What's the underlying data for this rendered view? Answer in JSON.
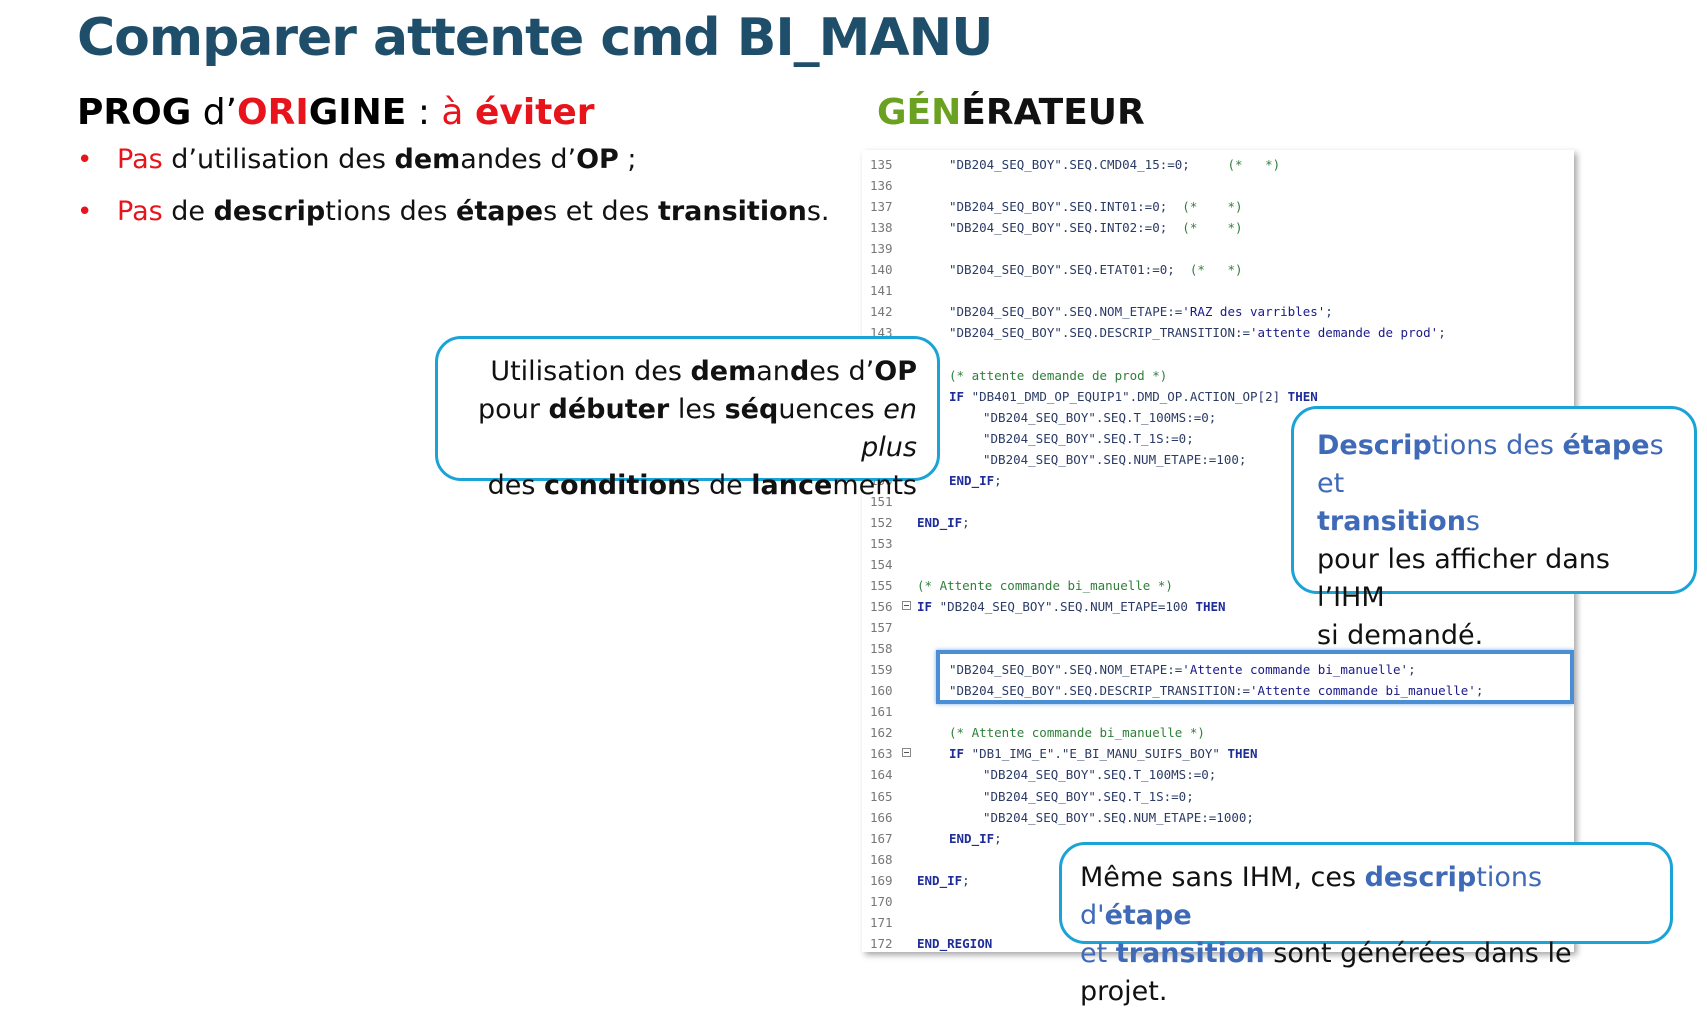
{
  "title": "Comparer attente cmd BI_MANU",
  "left_heading": {
    "p1": "PROG",
    "p2": " d’",
    "p3": "ORI",
    "p4": "GINE",
    "p5": " : ",
    "p6": "à",
    "p7": " ",
    "p8": "éviter"
  },
  "right_heading": {
    "p1": "GÉN",
    "p2": "ÉRATEUR"
  },
  "bullets": [
    {
      "parts": [
        "Pas",
        " d’utilisation des ",
        "dem",
        "and",
        "es d’",
        "OP",
        " ;"
      ]
    },
    {
      "parts": [
        "Pas",
        " de ",
        "descrip",
        "tions des ",
        "étape",
        "s et des ",
        "transition",
        "s."
      ]
    }
  ],
  "callout_op": {
    "l1": [
      "Utilisation des ",
      "dem",
      "an",
      "d",
      "es d’",
      "OP"
    ],
    "l2": [
      "pour ",
      "débuter",
      " les ",
      "séq",
      "uences ",
      "en plus"
    ],
    "l3": [
      "des ",
      "condition",
      "s de ",
      "lance",
      "ments"
    ]
  },
  "callout_desc": {
    "l1": [
      "Descrip",
      "tions des ",
      "étape",
      "s et"
    ],
    "l2": [
      "transition",
      "s"
    ],
    "l3": "pour les afficher dans l’IHM",
    "l4": "si demandé."
  },
  "callout_meme": {
    "l1": [
      "Même sans IHM, ces ",
      "descrip",
      "tions d'",
      "étape"
    ],
    "l2": [
      "et  ",
      "transition",
      " sont générées dans le projet."
    ]
  },
  "code_lines": [
    {
      "n": "135",
      "indent": 1,
      "text": "\"DB204_SEQ_BOY\".SEQ.CMD04_15:=0;     (*   *)"
    },
    {
      "n": "136",
      "indent": 0,
      "text": ""
    },
    {
      "n": "137",
      "indent": 1,
      "text": "\"DB204_SEQ_BOY\".SEQ.INT01:=0;  (*    *)"
    },
    {
      "n": "138",
      "indent": 1,
      "text": "\"DB204_SEQ_BOY\".SEQ.INT02:=0;  (*    *)"
    },
    {
      "n": "139",
      "indent": 0,
      "text": ""
    },
    {
      "n": "140",
      "indent": 1,
      "text": "\"DB204_SEQ_BOY\".SEQ.ETAT01:=0;  (*   *)"
    },
    {
      "n": "141",
      "indent": 0,
      "text": ""
    },
    {
      "n": "142",
      "indent": 1,
      "text": "\"DB204_SEQ_BOY\".SEQ.NOM_ETAPE:='RAZ des varribles';"
    },
    {
      "n": "143",
      "indent": 1,
      "text": "\"DB204_SEQ_BOY\".SEQ.DESCRIP_TRANSITION:='attente demande de prod';"
    },
    {
      "n": "144",
      "indent": 0,
      "text": ""
    },
    {
      "n": "145",
      "indent": 1,
      "text": "(* attente demande de prod *)"
    },
    {
      "n": "146",
      "indent": 1,
      "text": "IF \"DB401_DMD_OP_EQUIP1\".DMD_OP.ACTION_OP[2] THEN"
    },
    {
      "n": "147",
      "indent": 2,
      "text": "\"DB204_SEQ_BOY\".SEQ.T_100MS:=0;"
    },
    {
      "n": "148",
      "indent": 2,
      "text": "\"DB204_SEQ_BOY\".SEQ.T_1S:=0;"
    },
    {
      "n": "149",
      "indent": 2,
      "text": "\"DB204_SEQ_BOY\".SEQ.NUM_ETAPE:=100;"
    },
    {
      "n": "150",
      "indent": 1,
      "text": "END_IF;"
    },
    {
      "n": "151",
      "indent": 0,
      "text": ""
    },
    {
      "n": "152",
      "indent": 0,
      "text": "END_IF;"
    },
    {
      "n": "153",
      "indent": 0,
      "text": ""
    },
    {
      "n": "154",
      "indent": 0,
      "text": ""
    },
    {
      "n": "155",
      "indent": 0,
      "text": "(* Attente commande bi_manuelle *)"
    },
    {
      "n": "156",
      "indent": 0,
      "text": "IF \"DB204_SEQ_BOY\".SEQ.NUM_ETAPE=100 THEN"
    },
    {
      "n": "157",
      "indent": 0,
      "text": ""
    },
    {
      "n": "158",
      "indent": 0,
      "text": ""
    },
    {
      "n": "159",
      "indent": 1,
      "text": "\"DB204_SEQ_BOY\".SEQ.NOM_ETAPE:='Attente commande bi_manuelle';"
    },
    {
      "n": "160",
      "indent": 1,
      "text": "\"DB204_SEQ_BOY\".SEQ.DESCRIP_TRANSITION:='Attente commande bi_manuelle';"
    },
    {
      "n": "161",
      "indent": 0,
      "text": ""
    },
    {
      "n": "162",
      "indent": 1,
      "text": "(* Attente commande bi_manuelle *)"
    },
    {
      "n": "163",
      "indent": 1,
      "text": "IF \"DB1_IMG_E\".\"E_BI_MANU_SUIFS_BOY\" THEN"
    },
    {
      "n": "164",
      "indent": 2,
      "text": "\"DB204_SEQ_BOY\".SEQ.T_100MS:=0;"
    },
    {
      "n": "165",
      "indent": 2,
      "text": "\"DB204_SEQ_BOY\".SEQ.T_1S:=0;"
    },
    {
      "n": "166",
      "indent": 2,
      "text": "\"DB204_SEQ_BOY\".SEQ.NUM_ETAPE:=1000;"
    },
    {
      "n": "167",
      "indent": 1,
      "text": "END_IF;"
    },
    {
      "n": "168",
      "indent": 0,
      "text": ""
    },
    {
      "n": "169",
      "indent": 0,
      "text": "END_IF;"
    },
    {
      "n": "170",
      "indent": 0,
      "text": ""
    },
    {
      "n": "171",
      "indent": 0,
      "text": ""
    },
    {
      "n": "172",
      "indent": 0,
      "text": "END_REGION"
    }
  ]
}
